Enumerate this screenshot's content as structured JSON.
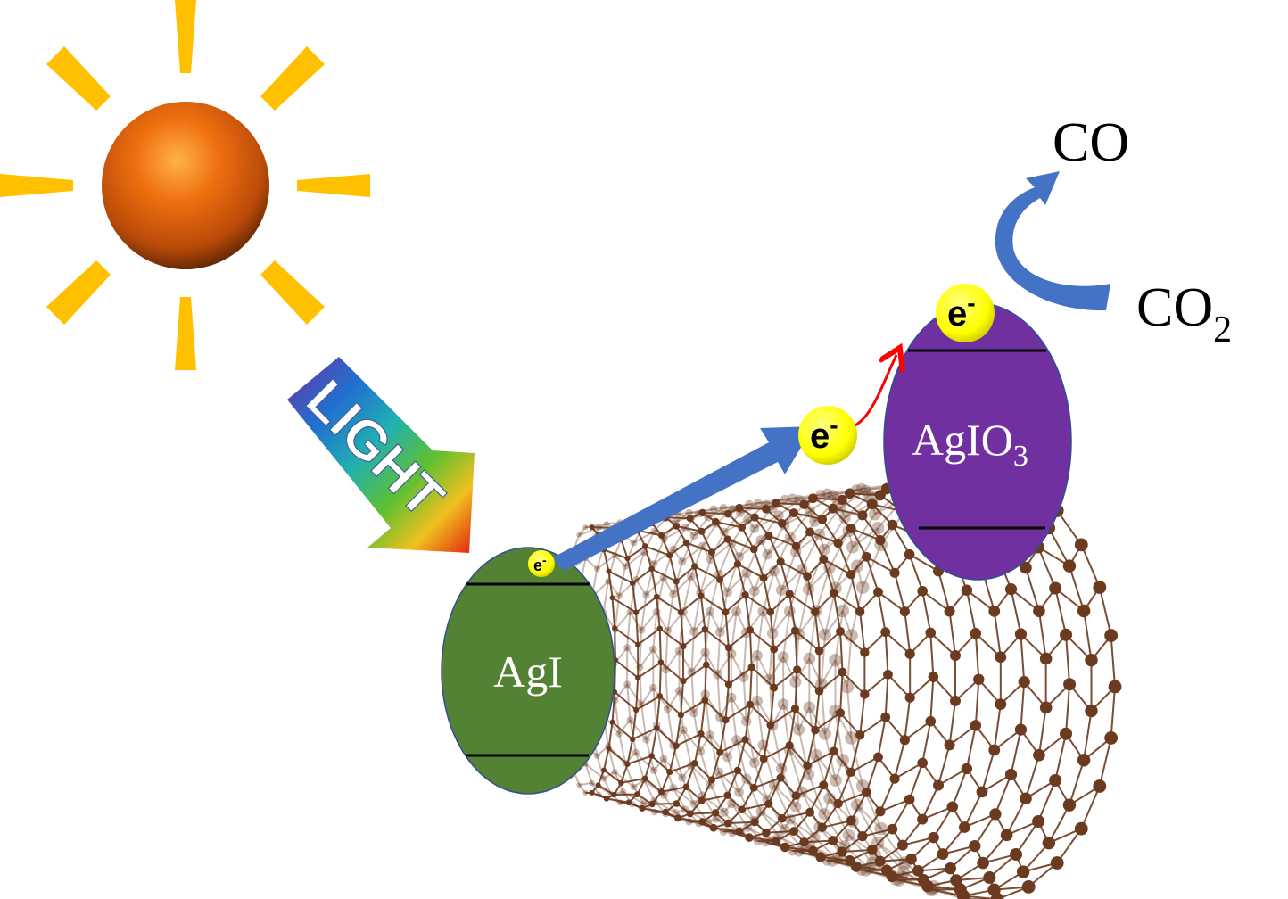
{
  "labels": {
    "light": "LIGHT",
    "agi": "AgI",
    "agio3_base": "AgIO",
    "agio3_sub": "3",
    "co": "CO",
    "co2_base": "CO",
    "co2_sub": "2",
    "electron": "e",
    "electron_sup": "-"
  },
  "colors": {
    "sun_ray": "#FFC000",
    "sun_core": "#E8650A",
    "agi_fill": "#548235",
    "agio3_fill": "#7030A0",
    "arrow_blue": "#4472C4",
    "electron_fill": "#FFFF00",
    "nanotube": "#6B3A1F",
    "transfer_arrow": "#FF0000"
  }
}
